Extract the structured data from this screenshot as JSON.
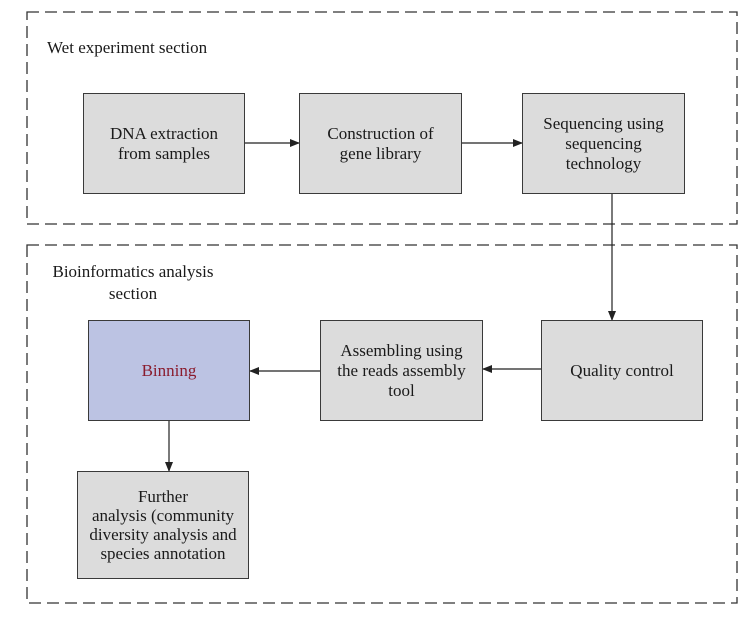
{
  "sections": {
    "wet": {
      "label": "Wet experiment section"
    },
    "bio": {
      "label": "Bioinformatics analysis\nsection"
    }
  },
  "nodes": {
    "dna_extraction": "DNA extraction\nfrom samples",
    "gene_library": "Construction of\ngene library",
    "sequencing": "Sequencing using\nsequencing\ntechnology",
    "quality_control": "Quality control",
    "assembling": "Assembling using\nthe reads assembly\ntool",
    "binning": "Binning",
    "further_analysis": "Further\nanalysis (community\ndiversity analysis and\nspecies annotation"
  },
  "colors": {
    "node_fill": "#dcdcdc",
    "highlight_fill": "#bcc3e3",
    "highlight_text": "#8a1c2e",
    "line": "#222222"
  }
}
